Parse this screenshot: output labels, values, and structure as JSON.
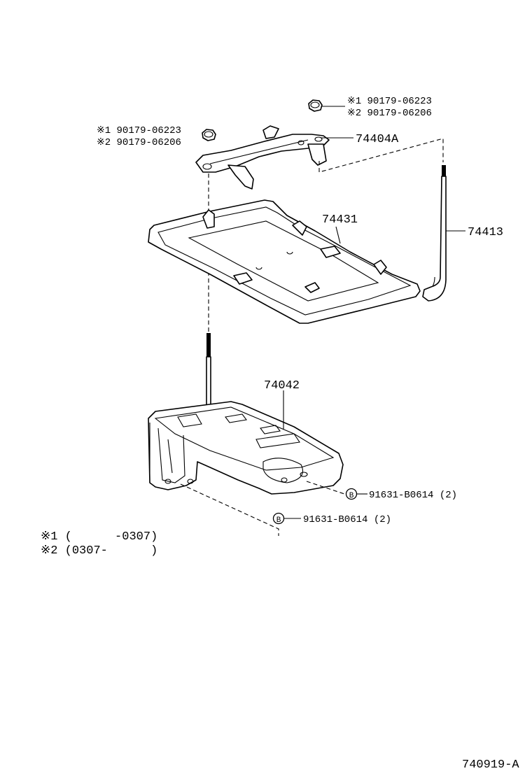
{
  "labels": {
    "nut_top_note1": "※1 90179-06223",
    "nut_top_note2": "※2 90179-06206",
    "nut_left_note1": "※1 90179-06223",
    "nut_left_note2": "※2 90179-06206",
    "bracket": "74404A",
    "tray": "74431",
    "rod": "74413",
    "carrier": "74042",
    "bolt_right": "91631-B0614 (2)",
    "bolt_left": "91631-B0614 (2)",
    "bolt_marker_right": "B",
    "bolt_marker_left": "B"
  },
  "footnotes": {
    "note1": "※1 (      -0307)",
    "note2": "※2 (0307-      )"
  },
  "drawing_id": "740919-A"
}
